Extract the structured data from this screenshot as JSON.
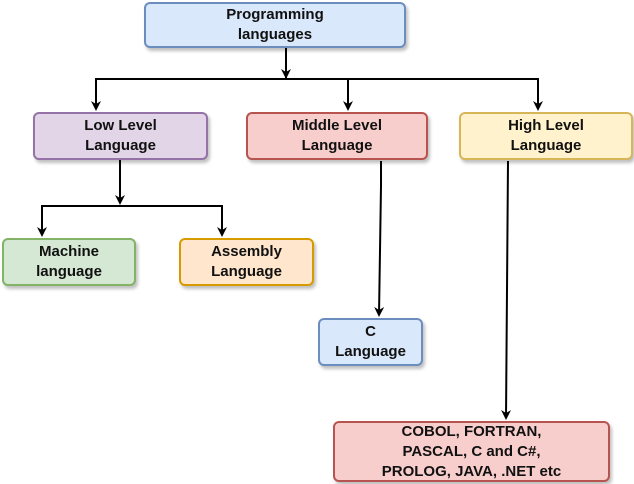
{
  "nodes": {
    "root": {
      "label": "Programming\nlanguages",
      "fill": "#dae8fc",
      "stroke": "#6c8ebf"
    },
    "low": {
      "label": "Low Level\nLanguage",
      "fill": "#e1d5e7",
      "stroke": "#9673a6"
    },
    "middle": {
      "label": "Middle Level\nLanguage",
      "fill": "#f8cecc",
      "stroke": "#b85450"
    },
    "high": {
      "label": "High Level\nLanguage",
      "fill": "#fff2cc",
      "stroke": "#d6b656"
    },
    "machine": {
      "label": "Machine\nlanguage",
      "fill": "#d5e8d4",
      "stroke": "#82b366"
    },
    "assembly": {
      "label": "Assembly\nLanguage",
      "fill": "#ffe6cc",
      "stroke": "#d79b00"
    },
    "c": {
      "label": "C\nLanguage",
      "fill": "#dae8fc",
      "stroke": "#6c8ebf"
    },
    "high_list": {
      "label": "COBOL, FORTRAN,\nPASCAL, C and C#,\nPROLOG, JAVA, .NET etc",
      "fill": "#f8cecc",
      "stroke": "#b85450"
    }
  },
  "edges": [
    {
      "from": "root",
      "to": "low"
    },
    {
      "from": "root",
      "to": "middle"
    },
    {
      "from": "root",
      "to": "high"
    },
    {
      "from": "low",
      "to": "machine"
    },
    {
      "from": "low",
      "to": "assembly"
    },
    {
      "from": "middle",
      "to": "c"
    },
    {
      "from": "high",
      "to": "high_list"
    }
  ]
}
